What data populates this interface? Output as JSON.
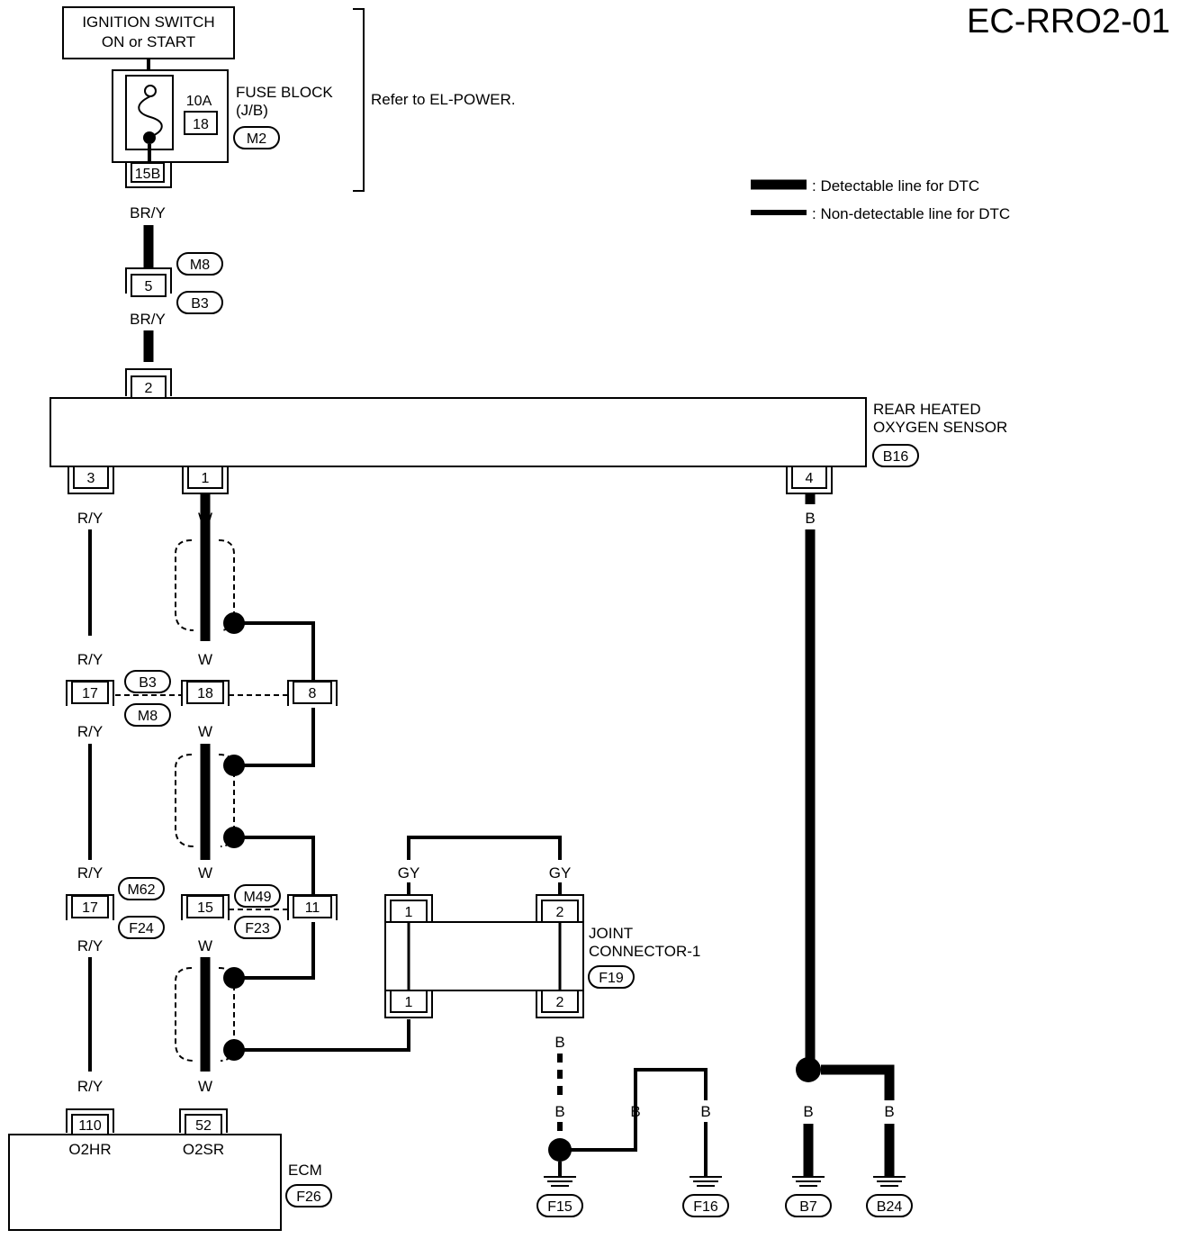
{
  "page_title": "EC-RRO2-01",
  "ignition": {
    "line1": "IGNITION SWITCH",
    "line2": "ON or START"
  },
  "fuse_block": {
    "label": "FUSE BLOCK",
    "sub": "(J/B)",
    "rating": "10A",
    "number": "18",
    "connector": "M2",
    "terminal": "15B"
  },
  "refer_text": "Refer to EL-POWER.",
  "legend": [
    {
      "label": ": Detectable line for DTC"
    },
    {
      "label": ": Non-detectable line for DTC"
    }
  ],
  "wire_colors": {
    "bry": "BR/Y",
    "ry": "R/Y",
    "w": "W",
    "b": "B",
    "gy": "GY"
  },
  "connectors": {
    "m8": "M8",
    "b3": "B3",
    "b16": "B16",
    "m62": "M62",
    "f24": "F24",
    "m49": "M49",
    "f23": "F23",
    "f19": "F19",
    "f26": "F26",
    "f15": "F15",
    "f16": "F16",
    "b7": "B7",
    "b24": "B24"
  },
  "terminals": {
    "t5": "5",
    "t2": "2",
    "t3": "3",
    "t1": "1",
    "t4": "4",
    "t17": "17",
    "t18": "18",
    "t8": "8",
    "t15": "15",
    "t11": "11",
    "t110": "110",
    "t52": "52"
  },
  "sensor": {
    "line1": "REAR HEATED",
    "line2": "OXYGEN SENSOR"
  },
  "joint": {
    "line1": "JOINT",
    "line2": "CONNECTOR-1"
  },
  "ecm": {
    "label": "ECM",
    "pin_o2hr": "O2HR",
    "pin_o2sr": "O2SR"
  }
}
